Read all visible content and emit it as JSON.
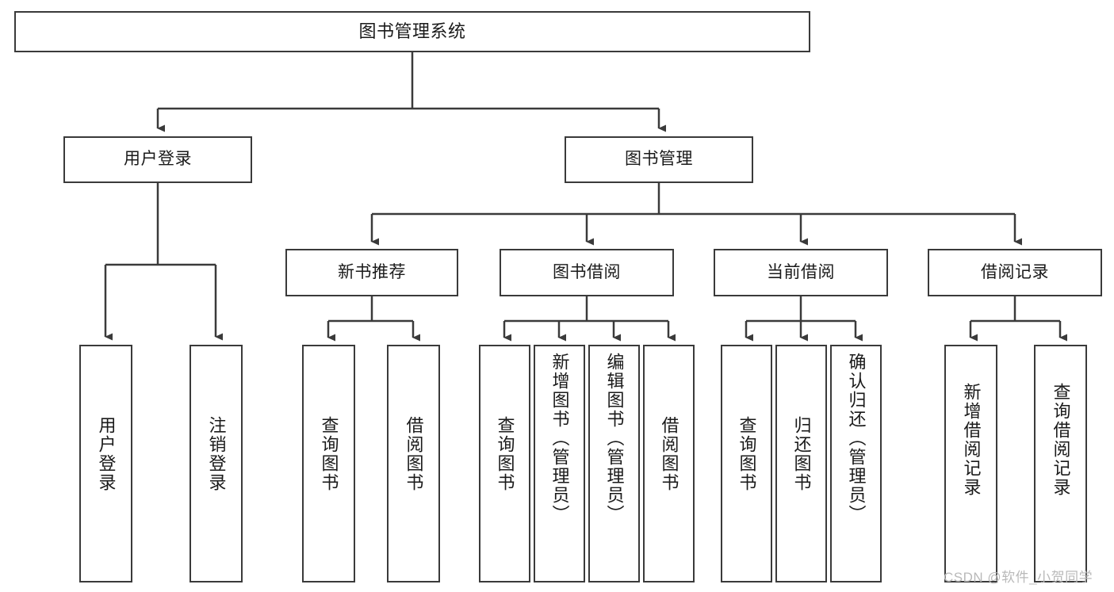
{
  "diagram": {
    "title": "图书管理系统",
    "type": "function-structure-tree",
    "colors": {
      "box_border": "#3a3a3a",
      "box_fill": "#ffffff",
      "edge": "#3a3a3a",
      "text": "#1a1a1a",
      "watermark": "#b9b9b9",
      "background": "#ffffff"
    },
    "watermark": "CSDN @软件_小贺同学",
    "nodes": {
      "root": {
        "label": "图书管理系统"
      },
      "level2": [
        {
          "id": "user-login",
          "label": "用户登录"
        },
        {
          "id": "book-management",
          "label": "图书管理"
        }
      ],
      "level3": [
        {
          "id": "new-book-recommend",
          "label": "新书推荐"
        },
        {
          "id": "book-borrow",
          "label": "图书借阅"
        },
        {
          "id": "current-borrow",
          "label": "当前借阅"
        },
        {
          "id": "borrow-record",
          "label": "借阅记录"
        }
      ],
      "leaves": [
        {
          "id": "leaf-user-login",
          "label": "用户登录",
          "parent": "user-login"
        },
        {
          "id": "leaf-logout",
          "label": "注销登录",
          "parent": "user-login"
        },
        {
          "id": "leaf-query-book-1",
          "label": "查询图书",
          "parent": "new-book-recommend"
        },
        {
          "id": "leaf-borrow-book-1",
          "label": "借阅图书",
          "parent": "new-book-recommend"
        },
        {
          "id": "leaf-query-book-2",
          "label": "查询图书",
          "parent": "book-borrow"
        },
        {
          "id": "leaf-add-book",
          "label": "新增图书（管理员）",
          "parent": "book-borrow"
        },
        {
          "id": "leaf-edit-book",
          "label": "编辑图书（管理员）",
          "parent": "book-borrow"
        },
        {
          "id": "leaf-borrow-book-2",
          "label": "借阅图书",
          "parent": "book-borrow"
        },
        {
          "id": "leaf-query-book-3",
          "label": "查询图书",
          "parent": "current-borrow"
        },
        {
          "id": "leaf-return-book",
          "label": "归还图书",
          "parent": "current-borrow"
        },
        {
          "id": "leaf-confirm-return",
          "label": "确认归还（管理员）",
          "parent": "current-borrow"
        },
        {
          "id": "leaf-add-record",
          "label": "新增借阅记录",
          "parent": "borrow-record"
        },
        {
          "id": "leaf-query-record",
          "label": "查询借阅记录",
          "parent": "borrow-record"
        }
      ]
    }
  }
}
